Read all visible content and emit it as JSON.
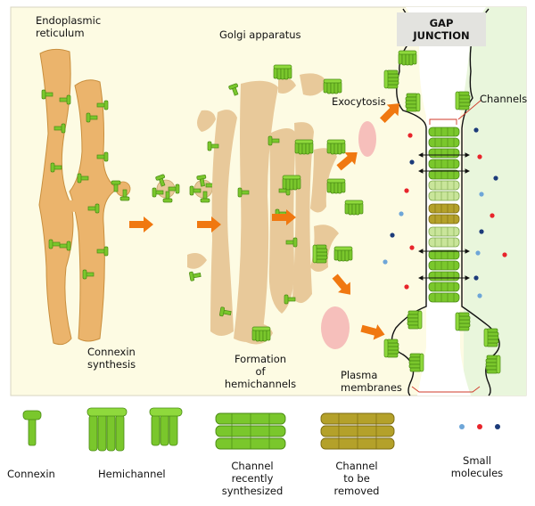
{
  "labels": {
    "er": [
      "Endoplasmic",
      "reticulum"
    ],
    "golgi": "Golgi apparatus",
    "gap_junction": [
      "GAP",
      "JUNCTION"
    ],
    "exocytosis": "Exocytosis",
    "channels": "Channels",
    "connexin_synthesis": [
      "Connexin",
      "synthesis"
    ],
    "formation": [
      "Formation",
      "of",
      "hemichannels"
    ],
    "plasma": [
      "Plasma",
      "membranes"
    ]
  },
  "legend": {
    "connexin": "Connexin",
    "hemichannel": "Hemichannel",
    "channel_new": [
      "Channel",
      "recently",
      "synthesized"
    ],
    "channel_remove": [
      "Channel",
      "to be",
      "removed"
    ],
    "small_molecules": [
      "Small",
      "molecules"
    ]
  },
  "colors": {
    "cytoplasm": "#fdfbe3",
    "extracellular": "#e9f6dc",
    "er": "#ebb46c",
    "golgi": "#e8c99a",
    "vesicle_pink": "#f6bfbb",
    "connexin_green": "#7ac72c",
    "connexin_dark": "#4a8a14",
    "channel_old": "#b4a12a",
    "arrow_orange": "#f07810",
    "molecule_red": "#e8242b",
    "molecule_navy": "#1c3b7a",
    "molecule_blue": "#6ea6d8"
  }
}
